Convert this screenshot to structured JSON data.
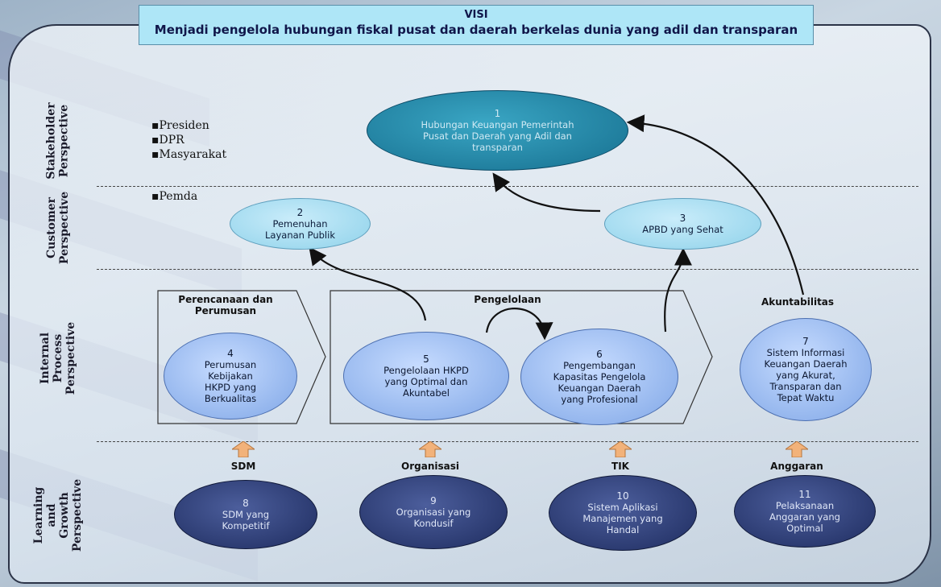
{
  "vision": {
    "label": "VISI",
    "statement": "Menjadi pengelola hubungan fiskal pusat dan daerah berkelas dunia yang adil dan transparan"
  },
  "perspectives": [
    "Stakeholder Perspective",
    "Customer Perspective",
    "Internal Process Perspective",
    "Learning and Growth Perspective"
  ],
  "stakeholders": [
    "Presiden",
    "DPR",
    "Masyarakat"
  ],
  "customer_label": "Pemda",
  "groups": {
    "planning": "Perencanaan dan Perumusan",
    "management": "Pengelolaan",
    "accountability": "Akuntabilitas"
  },
  "learning_labels": [
    "SDM",
    "Organisasi",
    "TIK",
    "Anggaran"
  ],
  "objectives": [
    {
      "num": "1",
      "lines": [
        "Hubungan Keuangan Pemerintah",
        "Pusat dan Daerah yang  Adil dan",
        "transparan"
      ]
    },
    {
      "num": "2",
      "lines": [
        "Pemenuhan",
        "Layanan Publik"
      ]
    },
    {
      "num": "3",
      "lines": [
        "APBD yang Sehat"
      ]
    },
    {
      "num": "4",
      "lines": [
        "Perumusan",
        "Kebijakan",
        "HKPD yang",
        "Berkualitas"
      ]
    },
    {
      "num": "5",
      "lines": [
        "Pengelolaan  HKPD",
        "yang Optimal dan",
        "Akuntabel"
      ]
    },
    {
      "num": "6",
      "lines": [
        "Pengembangan",
        "Kapasitas Pengelola",
        "Keuangan Daerah",
        "yang  Profesional"
      ]
    },
    {
      "num": "7",
      "lines": [
        "Sistem Informasi",
        "Keuangan Daerah",
        "yang Akurat,",
        "Transparan dan",
        "Tepat Waktu"
      ]
    },
    {
      "num": "8",
      "lines": [
        "SDM yang",
        "Kompetitif"
      ]
    },
    {
      "num": "9",
      "lines": [
        "Organisasi yang",
        "Kondusif"
      ]
    },
    {
      "num": "10",
      "lines": [
        "Sistem Aplikasi",
        "Manajemen yang",
        "Handal"
      ]
    },
    {
      "num": "11",
      "lines": [
        "Pelaksanaan",
        "Anggaran yang",
        "Optimal"
      ]
    }
  ],
  "colors": {
    "vision_fill": "#aee6f7",
    "top_objective": "#1f86a8",
    "customer_objective": "#a9def2",
    "internal_objective": "#9fbdf2",
    "learning_objective": "#2c3b74",
    "up_arrow": "#f2b27a"
  }
}
